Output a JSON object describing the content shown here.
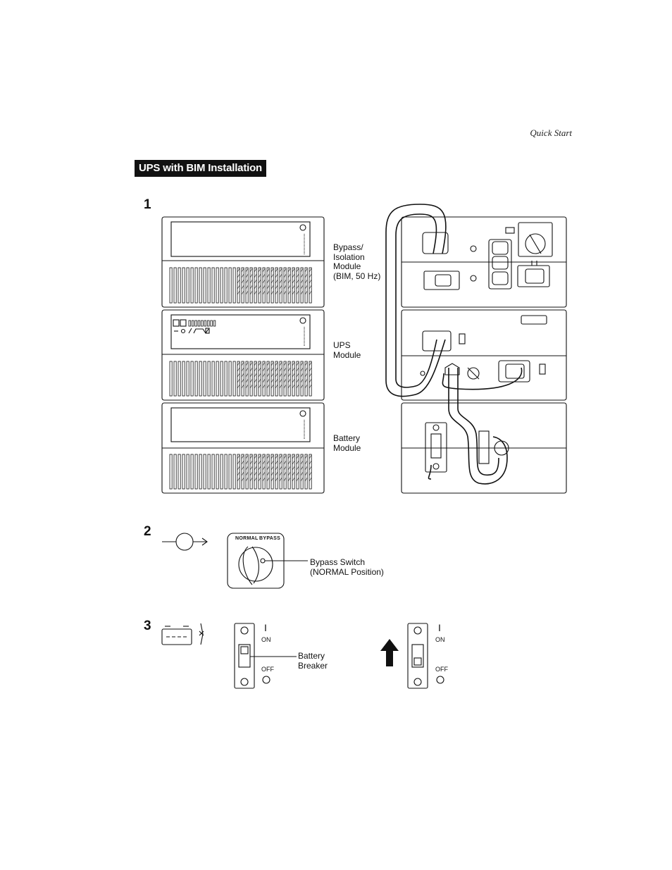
{
  "header": {
    "running_title": "Quick Start"
  },
  "section": {
    "title": "UPS with BIM Installation"
  },
  "steps": [
    {
      "number": "1"
    },
    {
      "number": "2"
    },
    {
      "number": "3"
    }
  ],
  "step1": {
    "labels": {
      "bim": "Bypass/\nIsolation\nModule\n(BIM, 50 Hz)",
      "ups": "UPS\nModule",
      "battery": "Battery\nModule"
    }
  },
  "step2": {
    "switch_normal": "NORMAL",
    "switch_bypass": "BYPASS",
    "callout": "Bypass Switch\n(NORMAL Position)"
  },
  "step3": {
    "breaker_callout": "Battery\nBreaker",
    "on_symbol": "I",
    "on_label": "ON",
    "off_label": "OFF"
  }
}
